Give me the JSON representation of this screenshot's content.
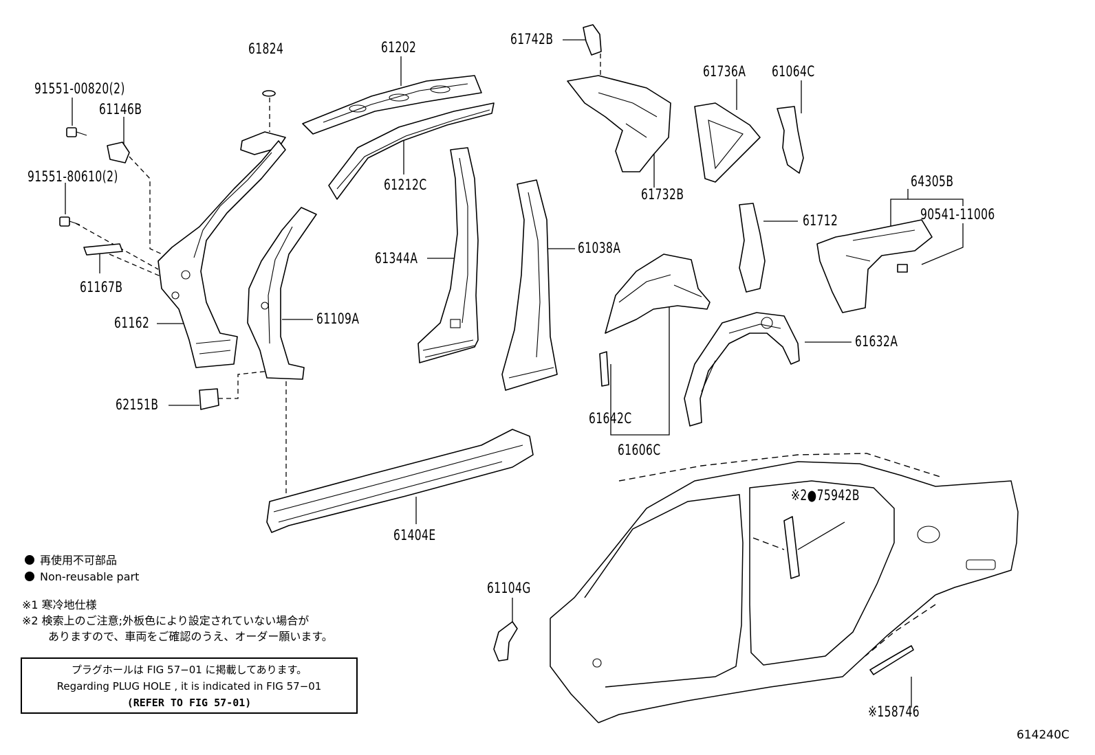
{
  "parts": [
    {
      "id": "p61824",
      "label": "61824"
    },
    {
      "id": "p61202",
      "label": "61202"
    },
    {
      "id": "p61742B",
      "label": "61742B"
    },
    {
      "id": "p61736A",
      "label": "61736A"
    },
    {
      "id": "p61064C",
      "label": "61064C"
    },
    {
      "id": "p91551_00820",
      "label": "91551-00820(2)"
    },
    {
      "id": "p61146B",
      "label": "61146B"
    },
    {
      "id": "p61212C",
      "label": "61212C"
    },
    {
      "id": "p61732B",
      "label": "61732B"
    },
    {
      "id": "p91551_80610",
      "label": "91551-80610(2)"
    },
    {
      "id": "p64305B",
      "label": "64305B"
    },
    {
      "id": "p90541",
      "label": "90541-11006"
    },
    {
      "id": "p61712",
      "label": "61712"
    },
    {
      "id": "p61344A",
      "label": "61344A"
    },
    {
      "id": "p61038A",
      "label": "61038A"
    },
    {
      "id": "p61167B",
      "label": "61167B"
    },
    {
      "id": "p61162",
      "label": "61162"
    },
    {
      "id": "p61109A",
      "label": "61109A"
    },
    {
      "id": "p61632A",
      "label": "61632A"
    },
    {
      "id": "p62151B",
      "label": "62151B"
    },
    {
      "id": "p61642C",
      "label": "61642C"
    },
    {
      "id": "p61606C",
      "label": "61606C"
    },
    {
      "id": "p61404E",
      "label": "61404E"
    },
    {
      "id": "p75942B",
      "label": "※2●75942B"
    },
    {
      "id": "p61104G",
      "label": "61104G"
    },
    {
      "id": "p58746",
      "label": "※158746"
    }
  ],
  "legend": {
    "non_reusable_jp": "再使用不可部品",
    "non_reusable_en": "Non-reusable part",
    "note1": "※1 寒冷地仕様",
    "note2_line1": "※2 検索上のご注意;外板色により設定されていない場合が",
    "note2_line2": "ありますので、車両をご確認のうえ、オーダー願います。"
  },
  "plug_hole_box": {
    "line1": "プラグホールは FIG 57−01 に掲載してあります。",
    "line2": "Regarding PLUG HOLE , it is indicated in FIG 57−01",
    "line3": "(REFER TO FIG 57-01)"
  },
  "figure_number": "614240C"
}
